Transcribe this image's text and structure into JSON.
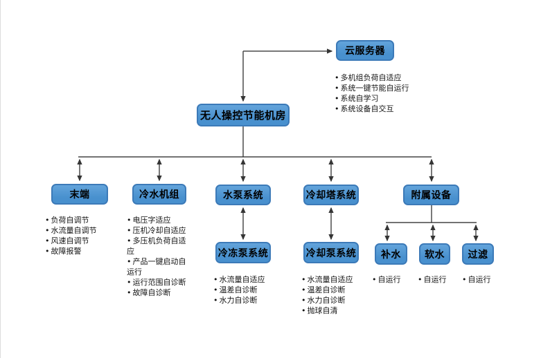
{
  "diagram": {
    "colors": {
      "node_fill_top": "#63a4db",
      "node_fill_bottom": "#4890ce",
      "node_border": "#3c7ab8",
      "connector_line": "#1f1f1f",
      "arrow": "#4a4a4a"
    },
    "nodes": {
      "cloud": {
        "label": "云服务器",
        "bullets": [
          "多机组负荷自适应",
          "系统一键节能自运行",
          "系统自学习",
          "系统设备自交互"
        ]
      },
      "root": {
        "label": "无人操控节能机房"
      },
      "terminal": {
        "label": "末端",
        "bullets": [
          "负荷自调节",
          "水流量自调节",
          "风速自调节",
          "故障报警"
        ]
      },
      "chiller": {
        "label": "冷水机组",
        "bullets": [
          "电压字适应",
          "压机冷却自适应",
          "多压机负荷自适应",
          "产品一键启动自运行",
          "运行范围自诊断",
          "故障自诊断"
        ]
      },
      "pump": {
        "label": "水泵系统"
      },
      "chilled_pump": {
        "label": "冷冻泵系统",
        "bullets": [
          "水流量自适应",
          "温差自诊断",
          "水力自诊断"
        ]
      },
      "cooling_tower": {
        "label": "冷却塔系统"
      },
      "cooling_pump": {
        "label": "冷却泵系统",
        "bullets": [
          "水流量自适应",
          "温差自诊断",
          "水力自诊断",
          "抛球自清"
        ]
      },
      "auxiliary": {
        "label": "附属设备"
      },
      "makeup_water": {
        "label": "补水",
        "bullets": [
          "自运行"
        ]
      },
      "soft_water": {
        "label": "软水",
        "bullets": [
          "自运行"
        ]
      },
      "filter": {
        "label": "过滤",
        "bullets": [
          "自运行"
        ]
      }
    }
  }
}
